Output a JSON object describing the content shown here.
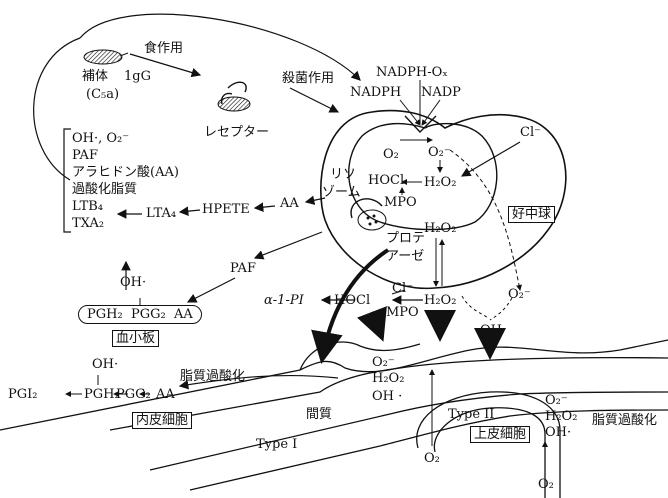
{
  "labels": {
    "phagocytosis": "食作用",
    "complement": "補体",
    "igg": "1gG",
    "c5a": "(C₅a)",
    "receptor": "レセプター",
    "bactericidal": "殺菌作用",
    "nadph_ox": "NADPH-Oₓ",
    "nadph": "NADPH",
    "nadp": "NADP",
    "cl_top": "Cl⁻",
    "o2_in": "O₂",
    "o2_rad_in": "O₂⁻",
    "hocl_in": "HOCl",
    "h2o2_in": "H₂O₂",
    "mpo_in": "MPO",
    "lysosome_1": "リソ",
    "lysosome_2": "ゾーム",
    "neutrophil": "好中球",
    "h2o2_mid": "H₂O₂",
    "protease_1": "プロテ",
    "protease_2": "アーゼ",
    "mediators": [
      "OH·, O₂⁻",
      "PAF",
      "アラヒドン酸(AA)",
      "過酸化脂質",
      "LTB₄",
      "TXA₂"
    ],
    "aa": "AA",
    "hpete": "HPETE",
    "lta4": "LTA₄",
    "paf": "PAF",
    "oh_plt": "OH·",
    "pgh2": "PGH₂",
    "pgg2": "PGG₂",
    "aa_plt": "AA",
    "platelet": "血小板",
    "a1pi": "α-1-PI",
    "hocl_ext": "HOCl",
    "cl_ext": "Cl⁻",
    "mpo_ext": "MPO",
    "h2o2_ext": "H₂O₂",
    "o2_ext": "O₂⁻",
    "oh_ext": "OH·",
    "oh_endo": "OH·",
    "lipid_perox_1": "脂質過酸化",
    "pgi2": "PGI₂",
    "pgh2_endo": "PGH₂",
    "pgg2_endo": "PGG₂",
    "aa_endo": "AA",
    "endothelial": "内皮細胞",
    "interstitium": "間質",
    "type1": "Type I",
    "int_o2": "O₂⁻",
    "int_h2o2": "H₂O₂",
    "int_oh": "OH ·",
    "o2_bottom_mid": "O₂",
    "type2": "Type II",
    "epithelial": "上皮細胞",
    "epi_o2": "O₂⁻",
    "epi_h2o2": "H₂O₂",
    "epi_oh": "OH·",
    "lipid_perox_2": "脂質過酸化",
    "o2_bottom": "O₂"
  }
}
